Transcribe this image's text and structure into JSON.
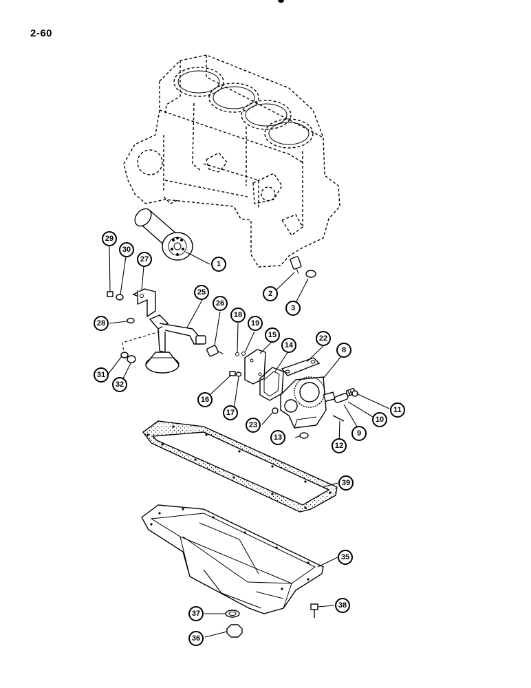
{
  "page": {
    "number": "2-60"
  },
  "callouts": [
    "1",
    "2",
    "3",
    "8",
    "9",
    "10",
    "11",
    "12",
    "13",
    "14",
    "15",
    "16",
    "17",
    "18",
    "19",
    "22",
    "23",
    "25",
    "26",
    "27",
    "28",
    "29",
    "30",
    "31",
    "32",
    "35",
    "36",
    "37",
    "38",
    "39"
  ]
}
